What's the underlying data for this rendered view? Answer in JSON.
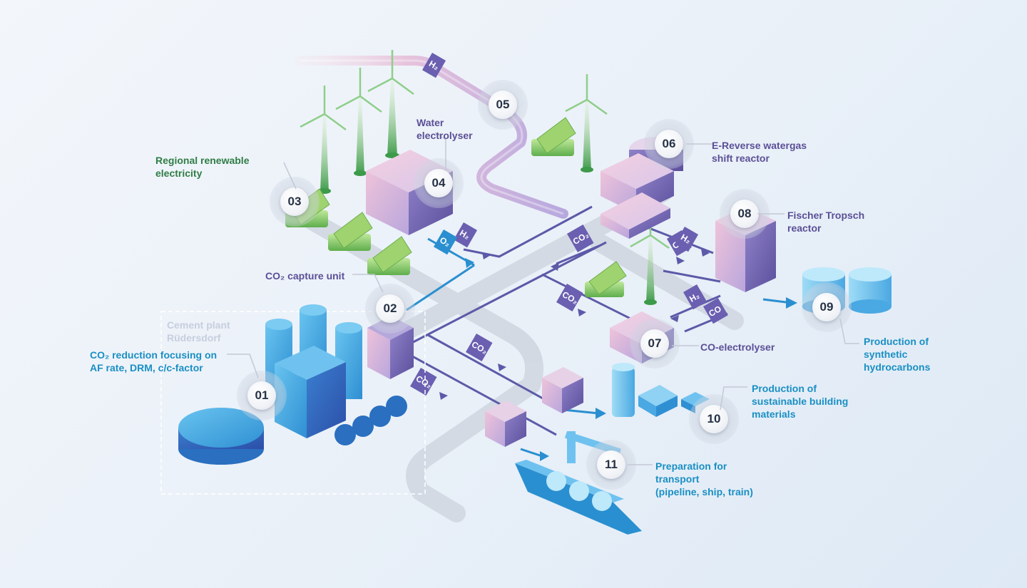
{
  "labels": {
    "regional_renewable": "Regional renewable\nelectricity",
    "water_electrolyser": "Water\nelectrolyser",
    "reverse_watergas": "E-Reverse watergas\nshift reactor",
    "fischer_tropsch": "Fischer Tropsch\nreactor",
    "co2_capture": "CO₂ capture unit",
    "cement_plant": "Cement plant\nRüdersdorf",
    "co2_reduction": "CO₂ reduction focusing on\nAF rate, DRM, c/c-factor",
    "co_electrolyser": "CO-electrolyser",
    "synthetic_hydrocarbons": "Production of\nsynthetic\nhydrocarbons",
    "building_materials": "Production of\nsustainable building\nmaterials",
    "transport": "Preparation for\ntransport\n(pipeline, ship, train)"
  },
  "badges": [
    "01",
    "02",
    "03",
    "04",
    "05",
    "06",
    "07",
    "08",
    "09",
    "10",
    "11"
  ],
  "pipe_tags": {
    "h2": "H₂",
    "o2": "O₂",
    "co2": "CO₂",
    "co": "CO"
  },
  "colors": {
    "purple_label": "#5b4f96",
    "green_label": "#2f7d45",
    "blue_label": "#1a8fc4",
    "pipe_purple": "#5c5aa8",
    "pipe_blue": "#2a8fd0",
    "road": "#cfd6e0"
  }
}
